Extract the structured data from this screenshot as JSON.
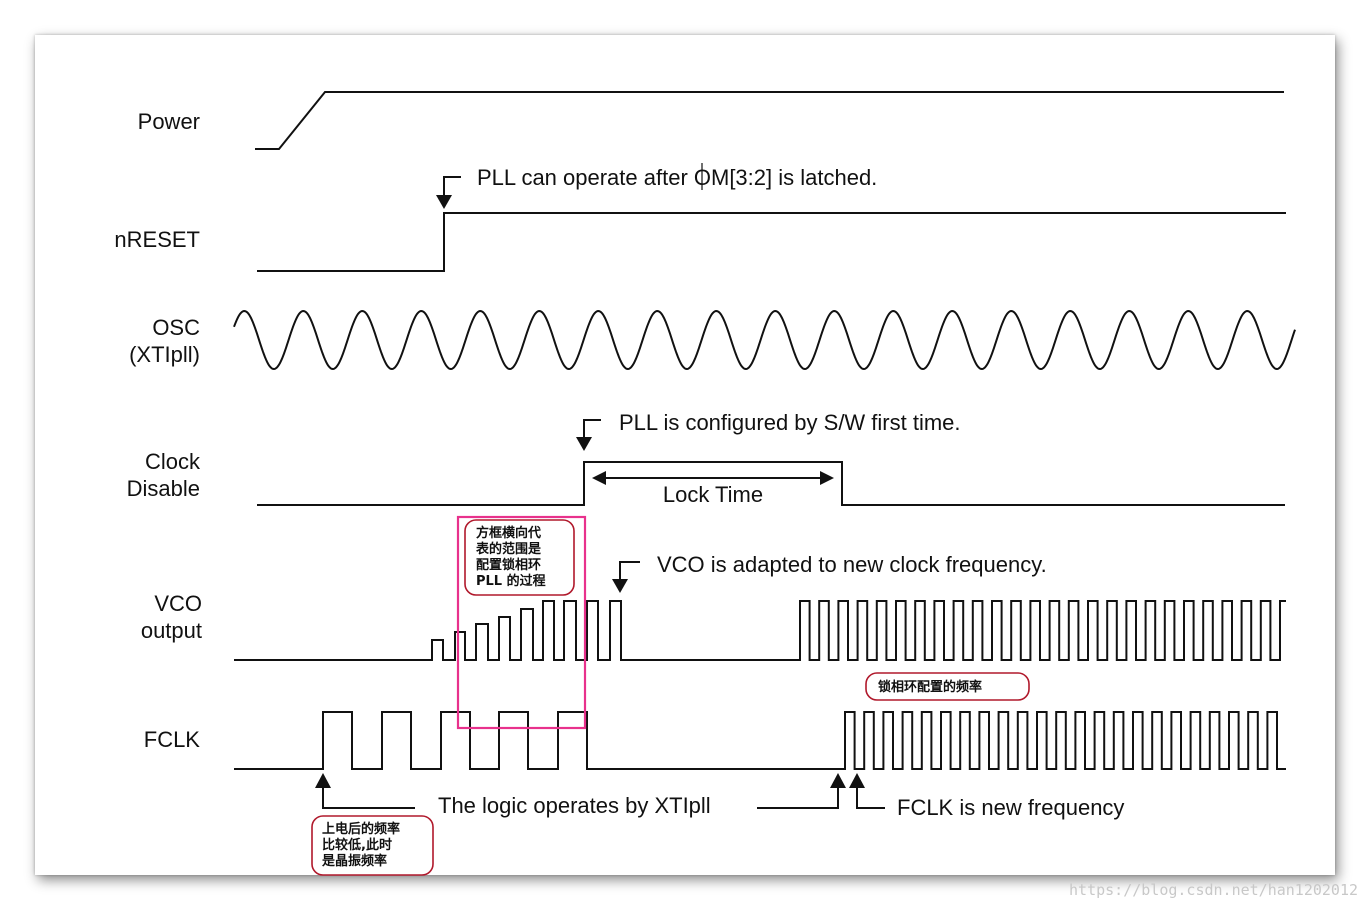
{
  "signals": {
    "power": "Power",
    "nreset": "nRESET",
    "osc_line1": "OSC",
    "osc_line2": "(XTIpll)",
    "clock_line1": "Clock",
    "clock_line2": "Disable",
    "vco_line1": "VCO",
    "vco_line2": "output",
    "fclk": "FCLK"
  },
  "annotations": {
    "pll_operate": "PLL can operate after OM[3:2] is latched.",
    "pll_configured": "PLL is configured by S/W first time.",
    "lock_time": "Lock Time",
    "vco_adapted": "VCO is adapted to new clock frequency.",
    "logic_xtipll": "The logic operates by XTIpll",
    "fclk_new": "FCLK is new frequency"
  },
  "notes": {
    "lock_range": [
      "方框横向代",
      "表的范围是",
      "配置锁相环",
      "PLL 的过程"
    ],
    "pll_freq": [
      "锁相环配置的频率"
    ],
    "power_freq": [
      "上电后的频率",
      "比较低,此时",
      "是晶振频率"
    ]
  },
  "watermark": "https://blog.csdn.net/han1202012",
  "colors": {
    "highlight_box": "#e8318c",
    "callout_border": "#b0182b",
    "ink": "#111111"
  }
}
